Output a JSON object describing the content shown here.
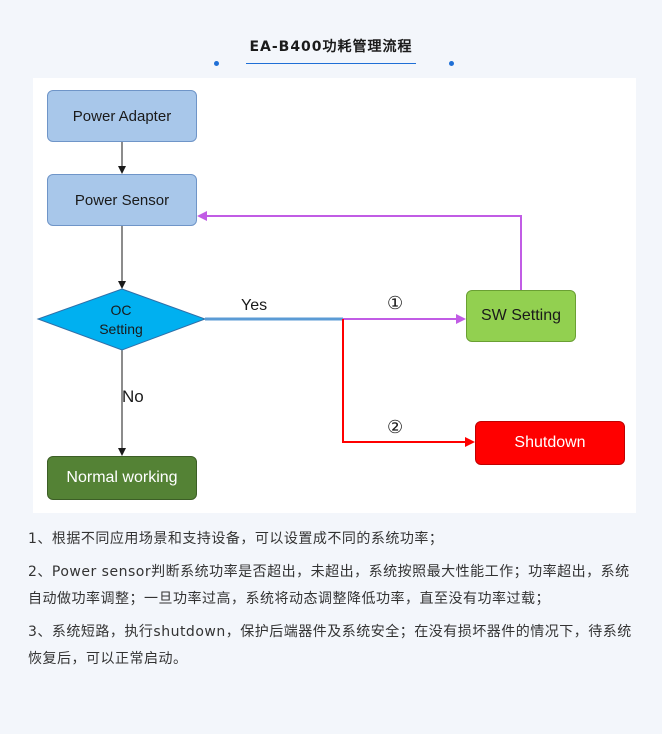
{
  "title": "EA-B400功耗管理流程",
  "colors": {
    "accent": "#1f6fd6",
    "box_blue": "#a8c7ea",
    "diamond": "#00b0f0",
    "sw_green": "#92d050",
    "shutdown_red": "#ff0000",
    "normal_green": "#548235",
    "purple_line": "#c15ce5",
    "red_line": "#ff0000",
    "blue_line": "#5b9bd5"
  },
  "diagram": {
    "power_adapter": "Power Adapter",
    "power_sensor": "Power Sensor",
    "oc_setting_line1": "OC",
    "oc_setting_line2": "Setting",
    "yes_label": "Yes",
    "no_label": "No",
    "sw_setting": "SW Setting",
    "shutdown": "Shutdown",
    "normal_working": "Normal working",
    "marker_1": "①",
    "marker_2": "②"
  },
  "notes": [
    "1、根据不同应用场景和支持设备，可以设置成不同的系统功率；",
    "2、Power sensor判断系统功率是否超出，未超出，系统按照最大性能工作；功率超出，系统自动做功率调整；一旦功率过高，系统将动态调整降低功率，直至没有功率过载；",
    "3、系统短路，执行shutdown，保护后端器件及系统安全；在没有损坏器件的情况下，待系统恢复后，可以正常启动。"
  ]
}
